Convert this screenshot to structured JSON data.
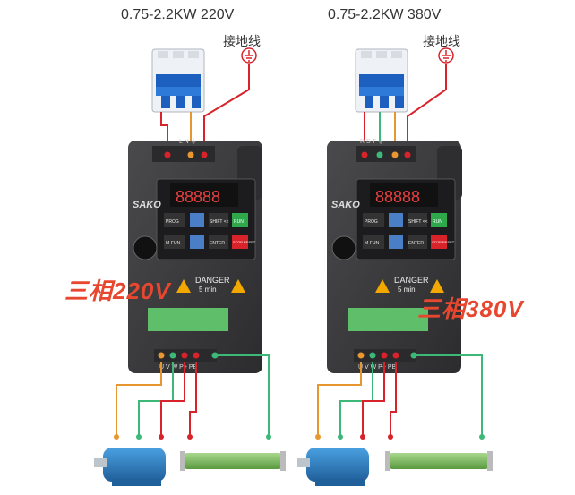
{
  "left": {
    "spec": "0.75-2.2KW  220V",
    "ground": "接地线",
    "voltage": "三相220V",
    "brand": "SAKO",
    "display": "88888",
    "top_terminals": "L  N ⏚",
    "bottom_terminals": "U  V  W P+ PB",
    "keys": {
      "prog": "PROG",
      "shift": "SHIFT <<",
      "run": "RUN",
      "mfun": "M-FUN",
      "enter": "ENTER",
      "stop": "STOP RESET"
    },
    "danger": "DANGER",
    "danger_time": "5 min"
  },
  "right": {
    "spec": "0.75-2.2KW  380V",
    "ground": "接地线",
    "voltage": "三相380V",
    "brand": "SAKO",
    "display": "88888",
    "top_terminals": "R  S  T ⏚",
    "bottom_terminals": "U  V  W P+ PB",
    "keys": {
      "prog": "PROG",
      "shift": "SHIFT <<",
      "run": "RUN",
      "mfun": "M-FUN",
      "enter": "ENTER",
      "stop": "STOP RESET"
    },
    "danger": "DANGER",
    "danger_time": "5 min"
  },
  "colors": {
    "red": "#d9232a",
    "orange": "#e8962f",
    "green": "#3cb878",
    "body": "#3a3a3c",
    "accent": "#e8472f"
  },
  "icons": [
    "circuit-breaker-icon",
    "ground-icon",
    "motor-icon",
    "brake-resistor-icon",
    "warning-icon"
  ]
}
